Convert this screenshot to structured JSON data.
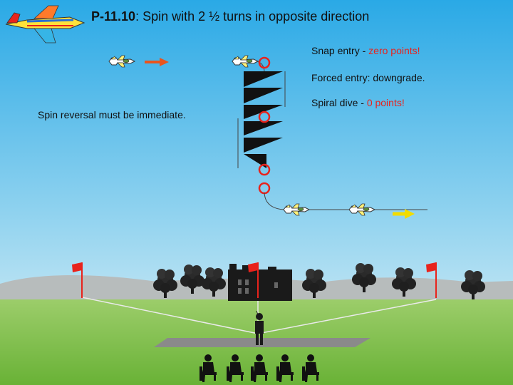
{
  "title": {
    "code": "P-11.10",
    "text": ": Spin with 2 ½ turns in opposite direction"
  },
  "notes": {
    "snap_prefix": "Snap entry - ",
    "snap_penalty": "zero points!",
    "forced": "Forced entry: downgrade.",
    "spiral_prefix": "Spiral dive - ",
    "spiral_penalty": "0 points!",
    "reversal": "Spin reversal must be immediate."
  },
  "colors": {
    "sky_top": "#2aa9e6",
    "sky_bottom": "#dff1f6",
    "grass": "#7dc04a",
    "arrow_entry": "#e8541e",
    "arrow_exit": "#f2dc00",
    "marker_ring": "#e8231c",
    "penalty_text": "#e8231c",
    "flag": "#e8231c"
  },
  "icons": [
    "logo-airplane-icon",
    "airplane-icon",
    "direction-arrow-icon",
    "spin-triangle-icon",
    "marker-circle-icon",
    "flag-icon",
    "tree-icon",
    "castle-icon",
    "pilot-icon",
    "judge-icon"
  ]
}
